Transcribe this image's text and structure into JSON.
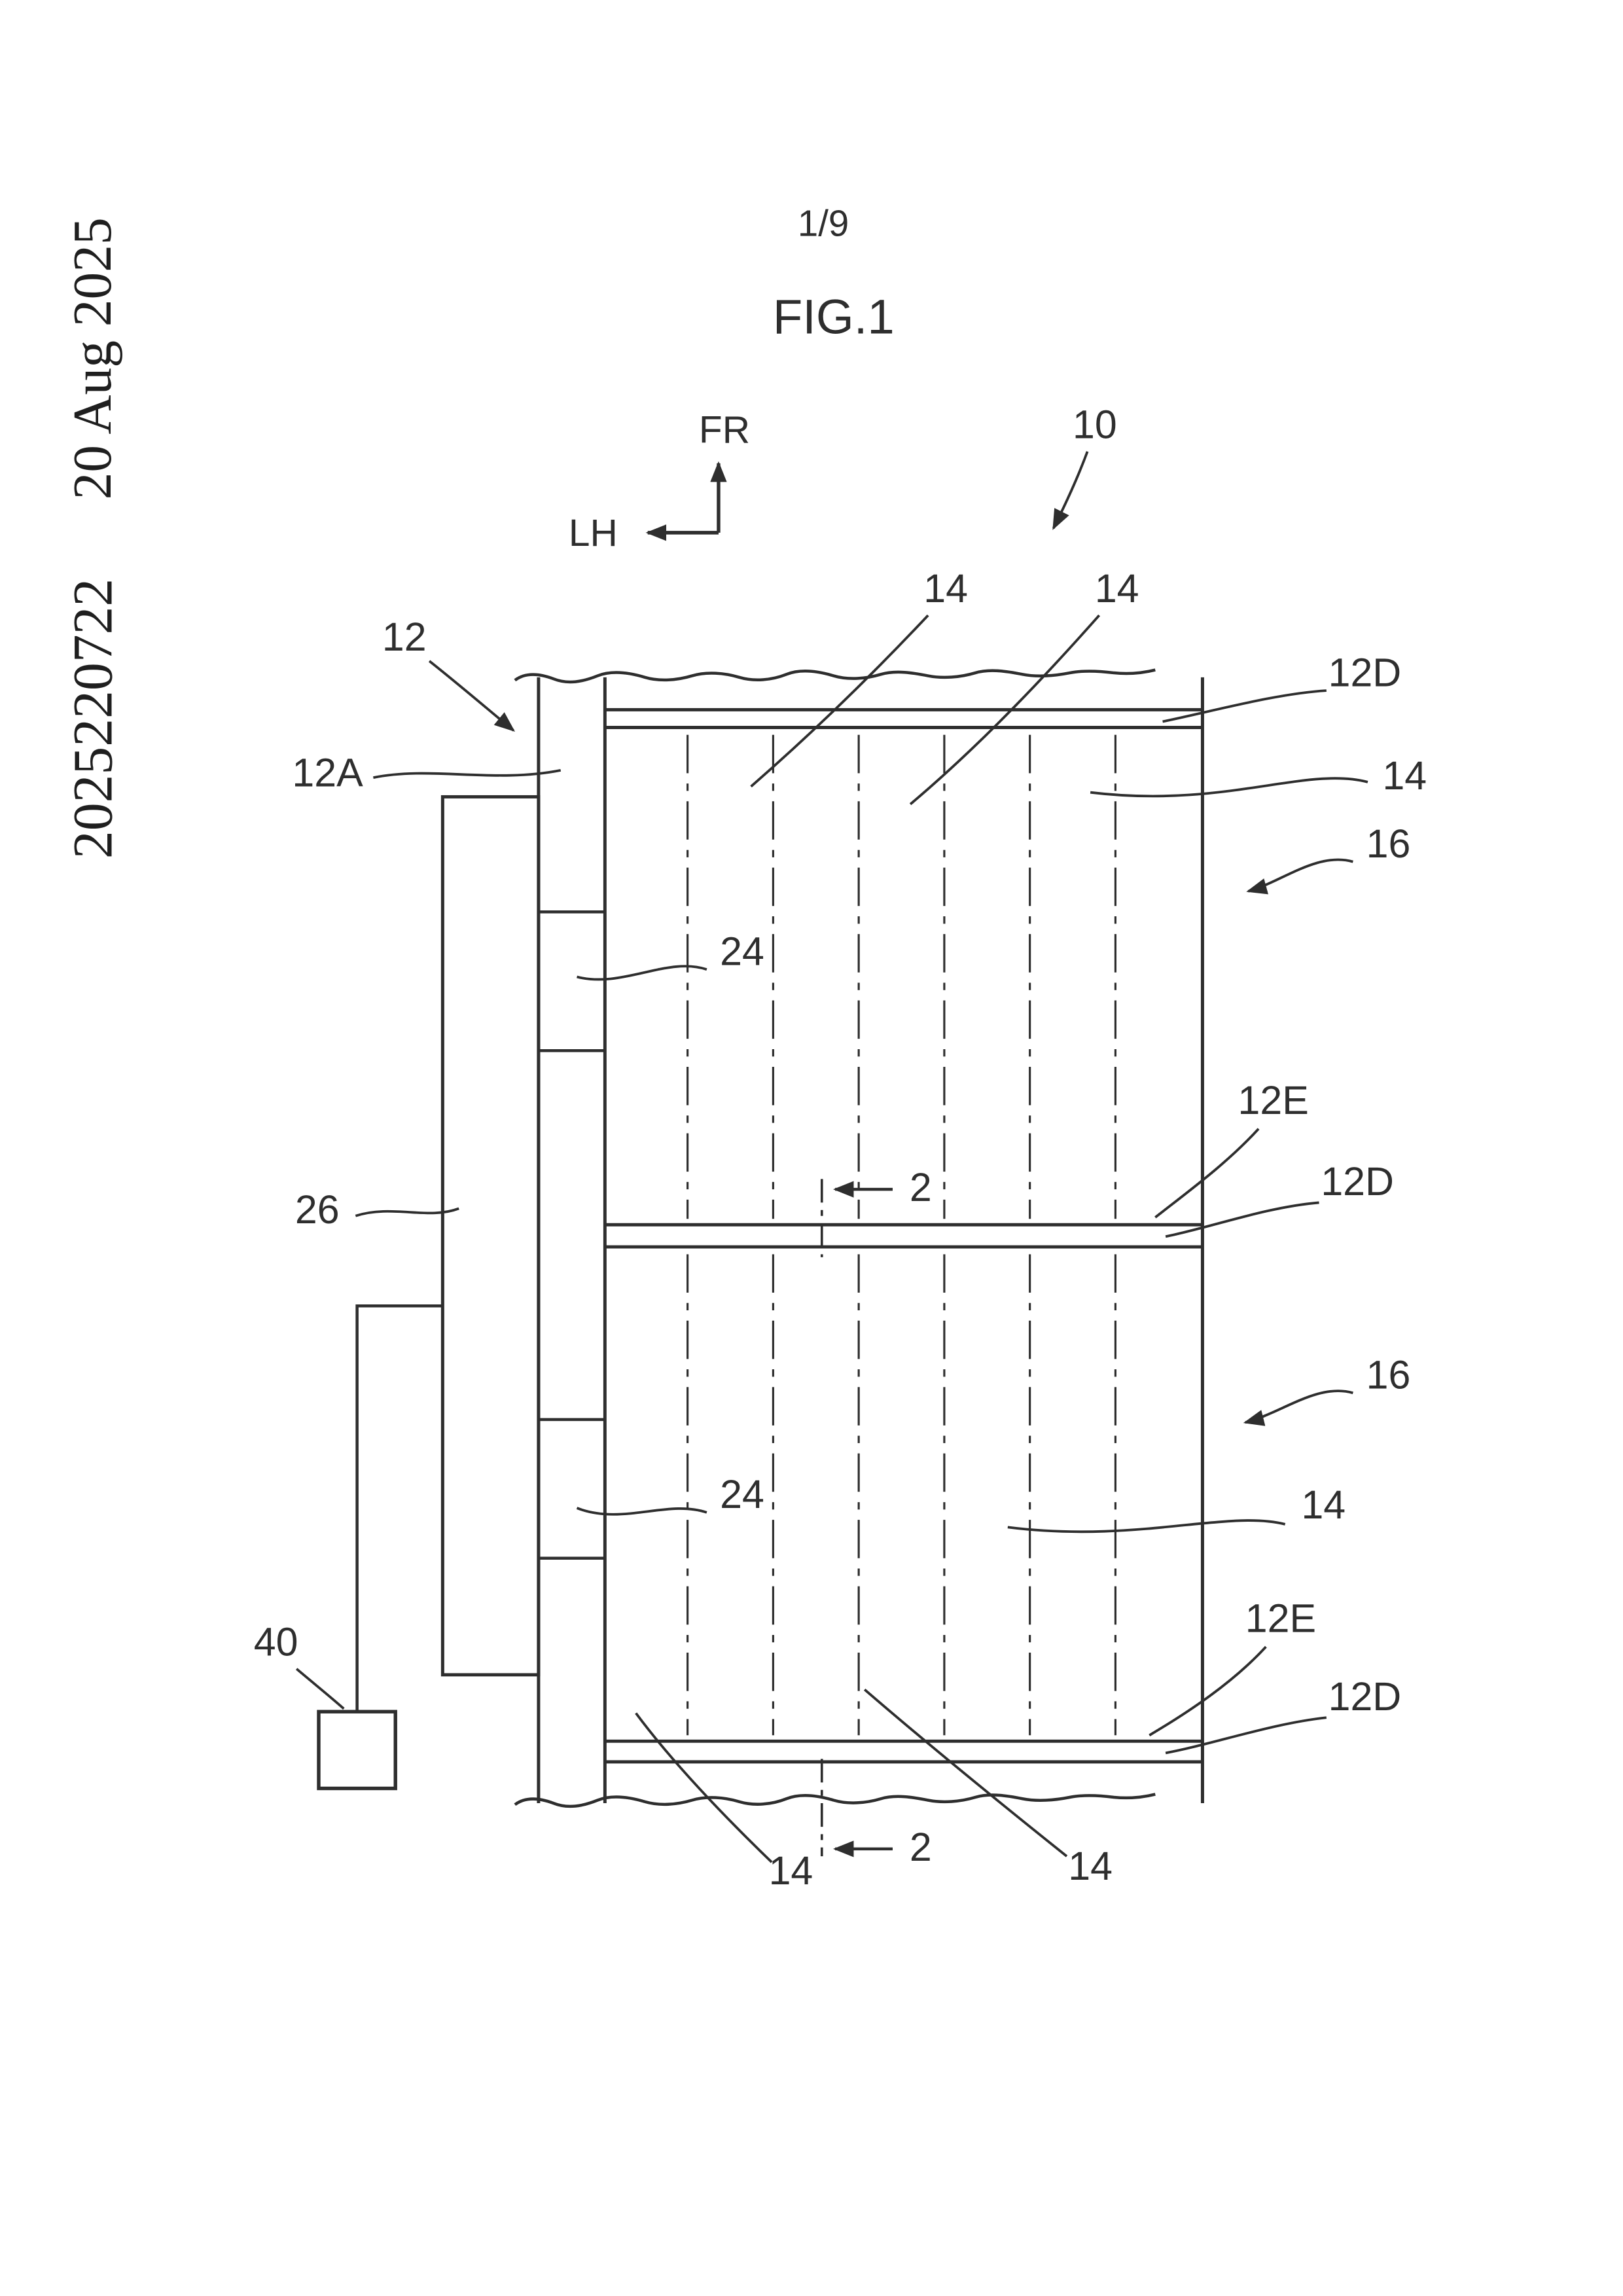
{
  "page": {
    "side_date": "20 Aug 2025",
    "side_publication_number": "2025220722",
    "sheet_indicator": "1/9"
  },
  "figure": {
    "title": "FIG.1",
    "axis": {
      "up": "FR",
      "left": "LH"
    },
    "refs": {
      "assembly": "10",
      "frame": "12",
      "frame_section": "12A",
      "cross_member": "12D",
      "cross_member_flange": "12E",
      "battery_cell": "14",
      "battery_stack": "16",
      "bracket": "24",
      "side_frame": "26",
      "device": "40",
      "section_line": "2"
    }
  },
  "colors": {
    "ink": "#2e2e2e",
    "paper": "#ffffff"
  }
}
